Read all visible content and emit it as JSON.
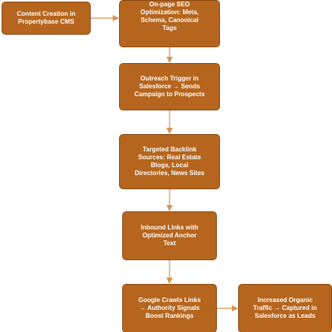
{
  "nodes": {
    "content_creation": "Content Creation in\nPropertybase CMS",
    "onpage_seo": "On-page SEO\nOptimization: Meta,\nSchema, Canonical\nTags",
    "outreach_trigger": "Outreach Trigger in\nSalesforce → Sends\nCampaign to Prospects",
    "backlink_sources": "Targeted Backlink\nSources: Real Estate\nBlogs, Local\nDirectories, News Sites",
    "inbound_links": "Inbound Links with\nOptimized Anchor\nText",
    "google_crawls": "Google Crawls Links\n→ Authority Signals\nBoost Rankings",
    "organic_traffic": "Increased Organic\nTraffic → Captured in\nSalesforce as Leads"
  },
  "colors": {
    "node_fill": "#b5651d",
    "node_border": "#8a4a12",
    "connector": "#d9924f",
    "text": "#ffffff"
  }
}
